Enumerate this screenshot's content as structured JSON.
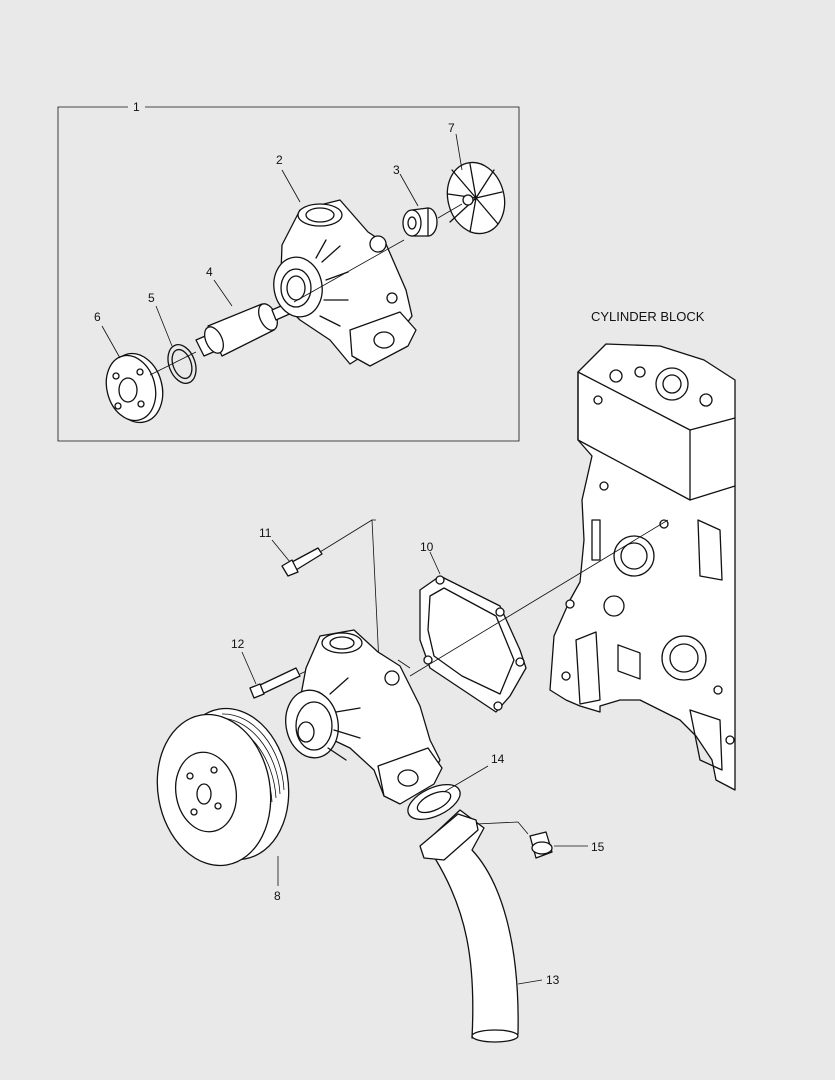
{
  "title": "CYLINDER BLOCK",
  "callouts": {
    "c1": "1",
    "c2": "2",
    "c3": "3",
    "c4": "4",
    "c5": "5",
    "c6": "6",
    "c7": "7",
    "c8": "8",
    "c10": "10",
    "c11": "11",
    "c12": "12",
    "c13": "13",
    "c14": "14",
    "c15": "15"
  }
}
